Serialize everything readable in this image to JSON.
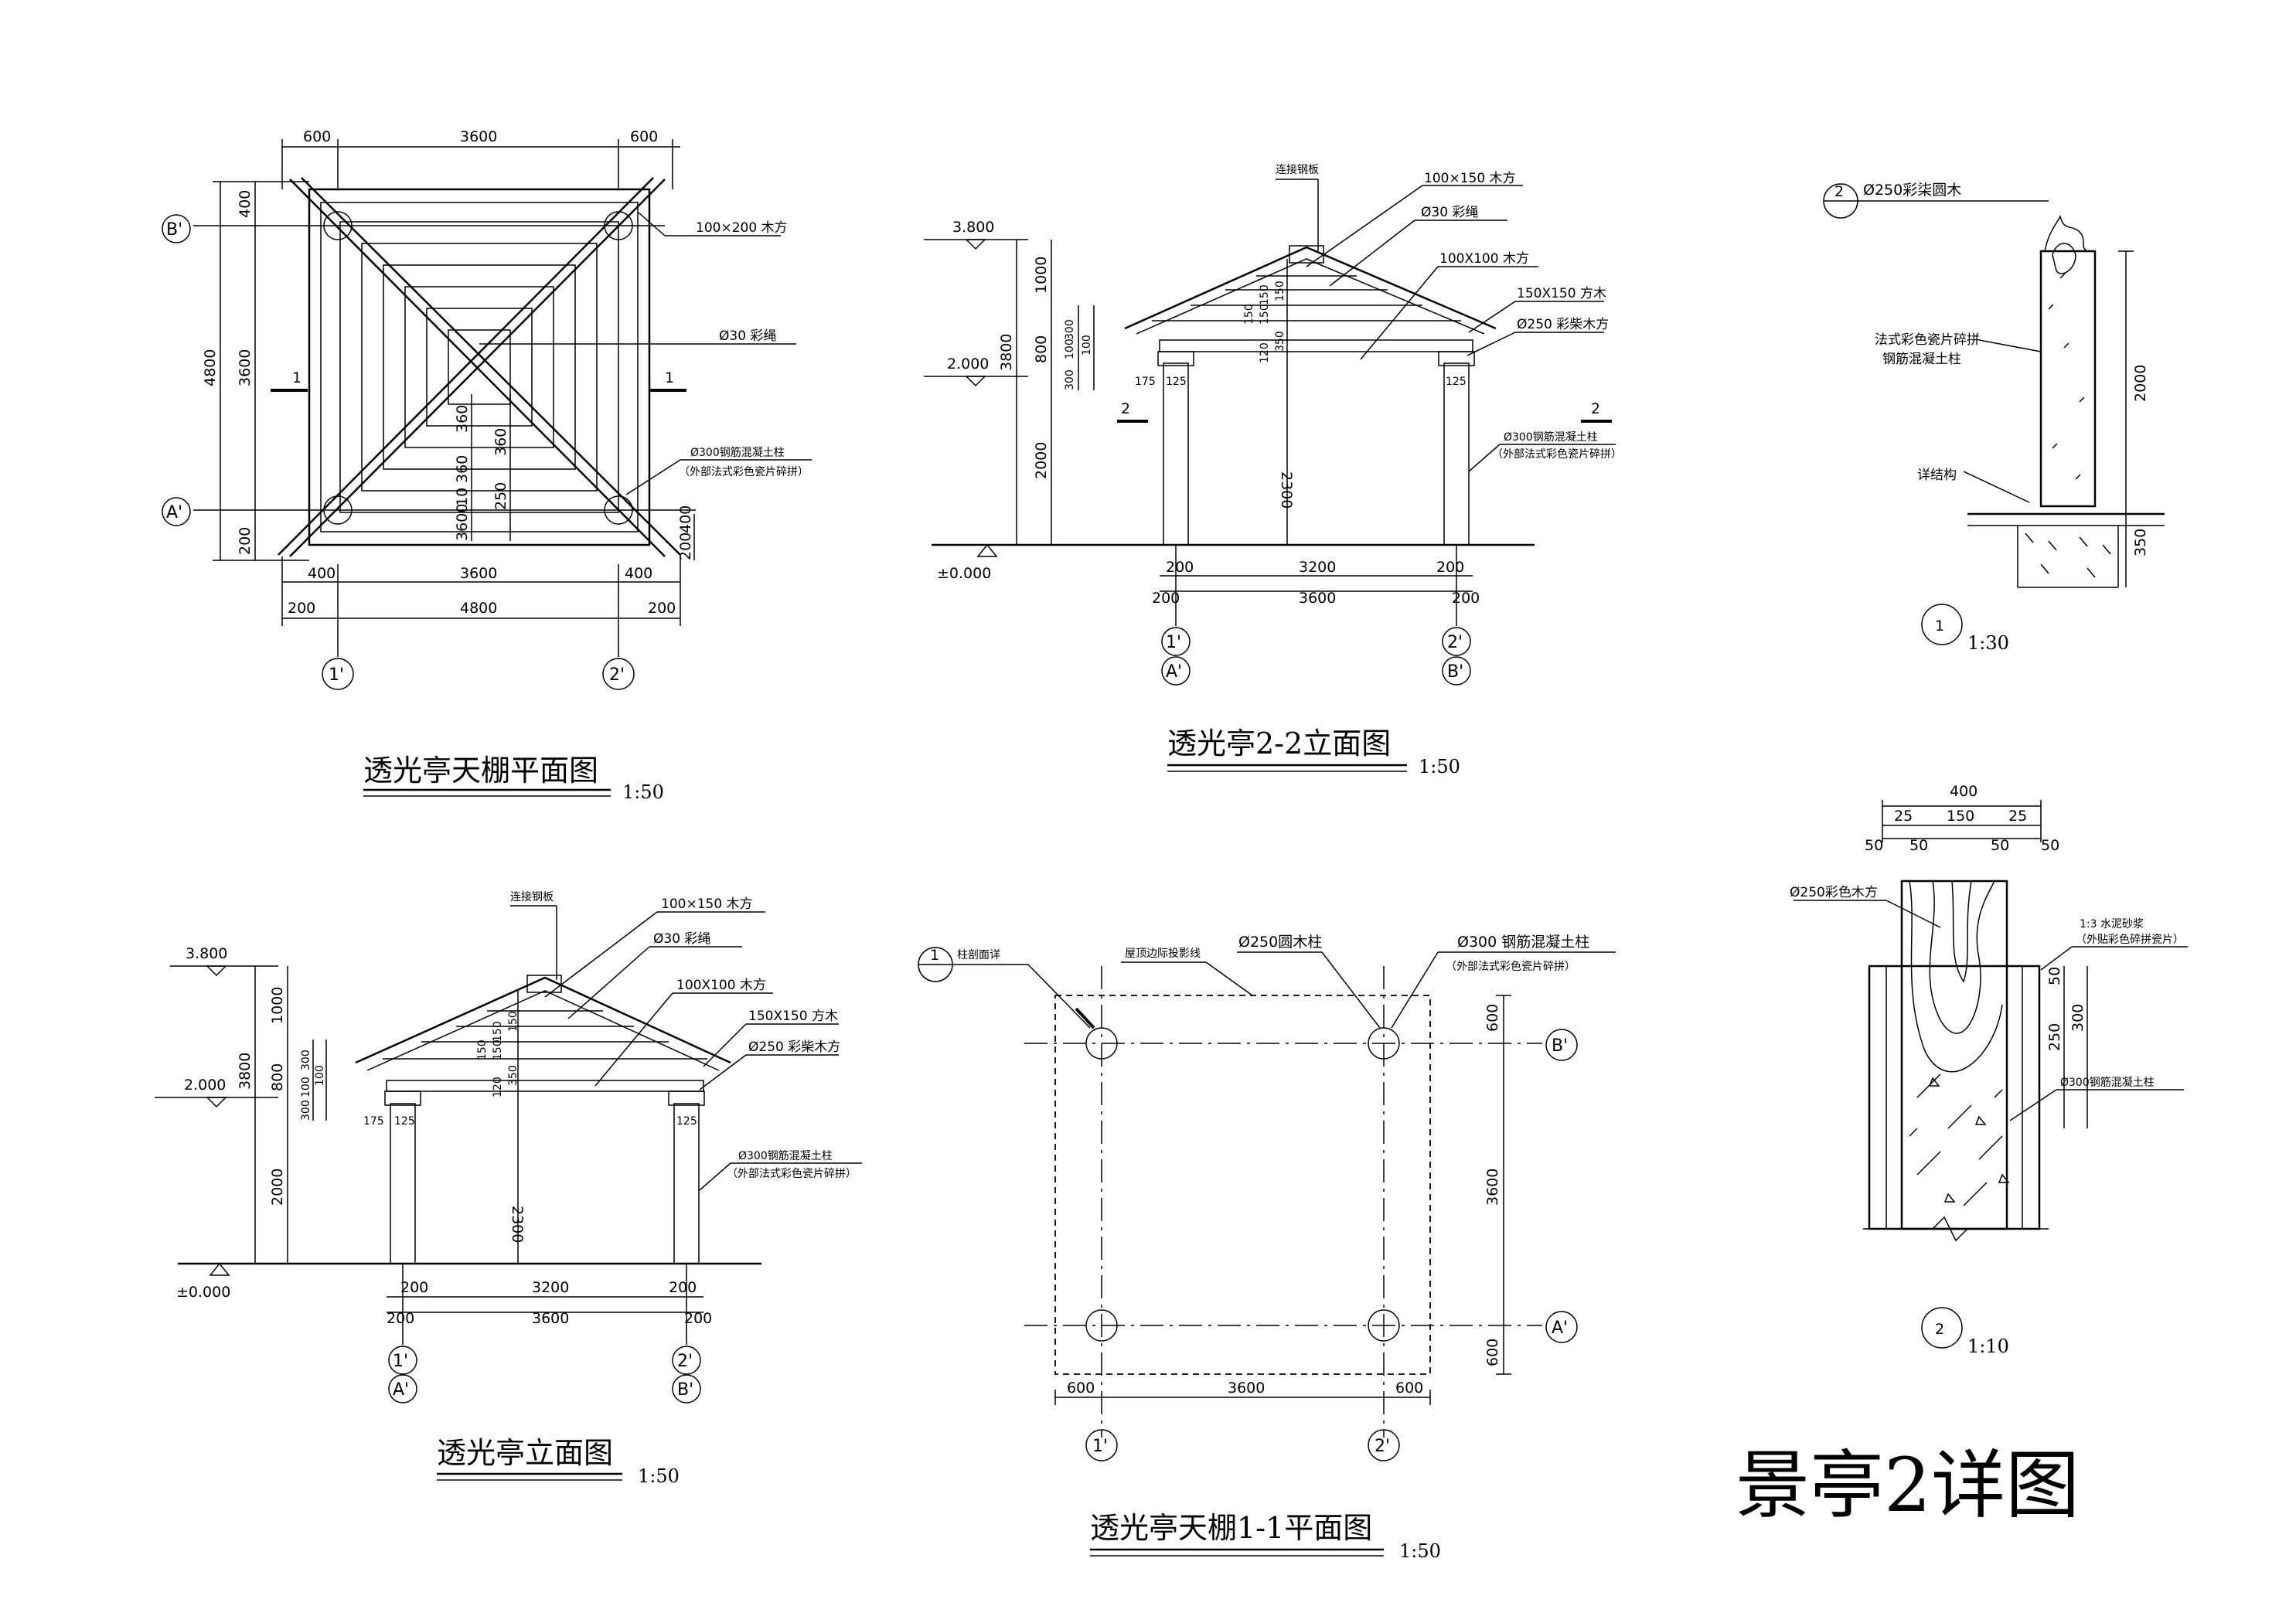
{
  "sheet_title": "景亭2详图",
  "plan_top": {
    "title": "透光亭天棚平面图",
    "scale": "1:50",
    "dims": {
      "top_left": "600",
      "top_mid": "3600",
      "top_right": "600",
      "left_total": "4800",
      "left_mid": "3600",
      "left_top": "400",
      "left_bottom": "200",
      "bottom_inner_left": "400",
      "bottom_inner_mid": "3600",
      "bottom_inner_right": "400",
      "bottom_outer_left": "200",
      "bottom_outer_mid": "4800",
      "bottom_outer_right": "200",
      "inner_a": "360",
      "inner_b": "360",
      "inner_c": "360",
      "inner_d": "250",
      "inner_e": "3600",
      "inner_f": "10",
      "right_a": "200",
      "right_b": "400"
    },
    "notes": {
      "beam": "100×200 木方",
      "rope": "Ø30 彩绳",
      "column": "Ø300钢筋混凝土柱",
      "column_sub": "（外部法式彩色瓷片碎拼）"
    },
    "section_marks": {
      "left": "1",
      "right": "1"
    },
    "axes": {
      "b": "B'",
      "a": "A'",
      "one": "1'",
      "two": "2'"
    }
  },
  "elev_22": {
    "title": "透光亭2-2立面图",
    "scale": "1:50",
    "levels": {
      "top": "3.800",
      "mid": "2.000",
      "ground": "±0.000"
    },
    "dims": {
      "v_total": "3800",
      "v_top": "1000",
      "v_mid": "800",
      "v_low": "2000",
      "v_a": "300",
      "v_b": "100",
      "v_c": "100",
      "v_d": "300",
      "c_150a": "150",
      "c_150b": "150",
      "c_150c": "150",
      "c_150d": "150",
      "c_120": "120",
      "c_350": "350",
      "c_2300": "2300",
      "d_175": "175",
      "d_125a": "125",
      "d_125b": "125",
      "b_200a": "200",
      "b_3200": "3200",
      "b_200b": "200",
      "b_200c": "200",
      "b_3600": "3600",
      "b_200d": "200"
    },
    "notes": {
      "plate": "连接钢板",
      "timber_100x150": "100×150 木方",
      "rope": "Ø30 彩绳",
      "timber_100x100": "100X100 木方",
      "timber_150x150": "150X150 方木",
      "timber_250": "Ø250 彩柴木方",
      "column": "Ø300钢筋混凝土柱",
      "column_sub": "（外部法式彩色瓷片碎拼）"
    },
    "section_marks": {
      "left": "2",
      "right": "2"
    },
    "axes": {
      "one": "1'",
      "a": "A'",
      "two": "2'",
      "b": "B'"
    }
  },
  "detail1": {
    "mark": "2",
    "label": "Ø250彩柒圆木",
    "note_a": "法式彩色瓷片碎拼",
    "note_b": "钢筋混凝土柱",
    "note_c": "详结构",
    "dim_2000": "2000",
    "dim_350": "350",
    "number": "1",
    "scale": "1:30"
  },
  "detail2": {
    "dims": {
      "total": "400",
      "d25a": "25",
      "d150": "150",
      "d25b": "25",
      "d50a": "50",
      "d50b": "50",
      "d50c": "50",
      "d50d": "50",
      "v50": "50",
      "v250": "250",
      "v300": "300"
    },
    "notes": {
      "timber": "Ø250彩色木方",
      "mortar": "1:3 水泥砂浆",
      "mortar_sub": "（外贴彩色碎拼瓷片）",
      "column": "Ø300钢筋混凝土柱"
    },
    "number": "2",
    "scale": "1:10"
  },
  "elev_main": {
    "title": "透光亭立面图",
    "scale": "1:50",
    "levels": {
      "top": "3.800",
      "mid": "2.000",
      "ground": "±0.000"
    },
    "dims": {
      "v_total": "3800",
      "v_top": "1000",
      "v_mid": "800",
      "v_low": "2000",
      "v_a": "300",
      "v_b": "100",
      "v_c": "100",
      "v_d": "300",
      "c_150a": "150",
      "c_150b": "150",
      "c_150c": "150",
      "c_150d": "150",
      "c_120": "120",
      "c_350": "350",
      "c_2300": "2300",
      "d_175": "175",
      "d_125a": "125",
      "d_125b": "125",
      "b_200a": "200",
      "b_3200": "3200",
      "b_200b": "200",
      "b_200c": "200",
      "b_3600": "3600",
      "b_200d": "200"
    },
    "notes": {
      "plate": "连接钢板",
      "timber_100x150": "100×150 木方",
      "rope": "Ø30 彩绳",
      "timber_100x100": "100X100 木方",
      "timber_150x150": "150X150 方木",
      "timber_250": "Ø250 彩柴木方",
      "column": "Ø300钢筋混凝土柱",
      "column_sub": "（外部法式彩色瓷片碎拼）"
    },
    "axes": {
      "one": "1'",
      "a": "A'",
      "two": "2'",
      "b": "B'"
    }
  },
  "plan_11": {
    "title": "透光亭天棚1-1平面图",
    "scale": "1:50",
    "mark": "1",
    "notes": {
      "section": "柱剖面详",
      "roof_edge": "屋顶边际投影线",
      "timber_col": "Ø250圆木柱",
      "rc_col": "Ø300 钢筋混凝土柱",
      "rc_col_sub": "（外部法式彩色瓷片碎拼）"
    },
    "dims": {
      "r_600a": "600",
      "r_3600": "3600",
      "r_600b": "600",
      "b_600a": "600",
      "b_3600": "3600",
      "b_600b": "600"
    },
    "axes": {
      "b": "B'",
      "a": "A'",
      "one": "1'",
      "two": "2'"
    }
  }
}
